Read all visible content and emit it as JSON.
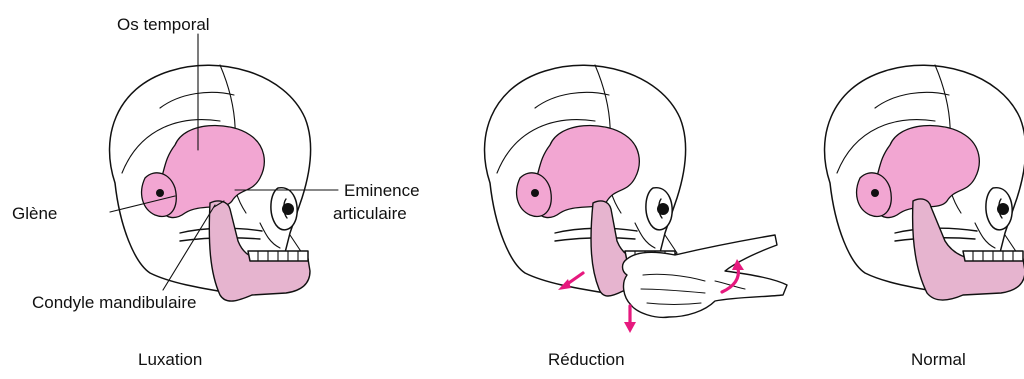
{
  "labels": {
    "os_temporal": "Os temporal",
    "glene": "Glène",
    "eminence_line1": "Eminence",
    "eminence_line2": "articulaire",
    "condyle": "Condyle mandibulaire"
  },
  "captions": {
    "luxation": "Luxation",
    "reduction": "Réduction",
    "normal": "Normal"
  },
  "colors": {
    "temporal_pink": "#f2a6d2",
    "mandible_pink": "#e6b4cf",
    "arrow_magenta": "#e6197e",
    "outline": "#111111"
  }
}
